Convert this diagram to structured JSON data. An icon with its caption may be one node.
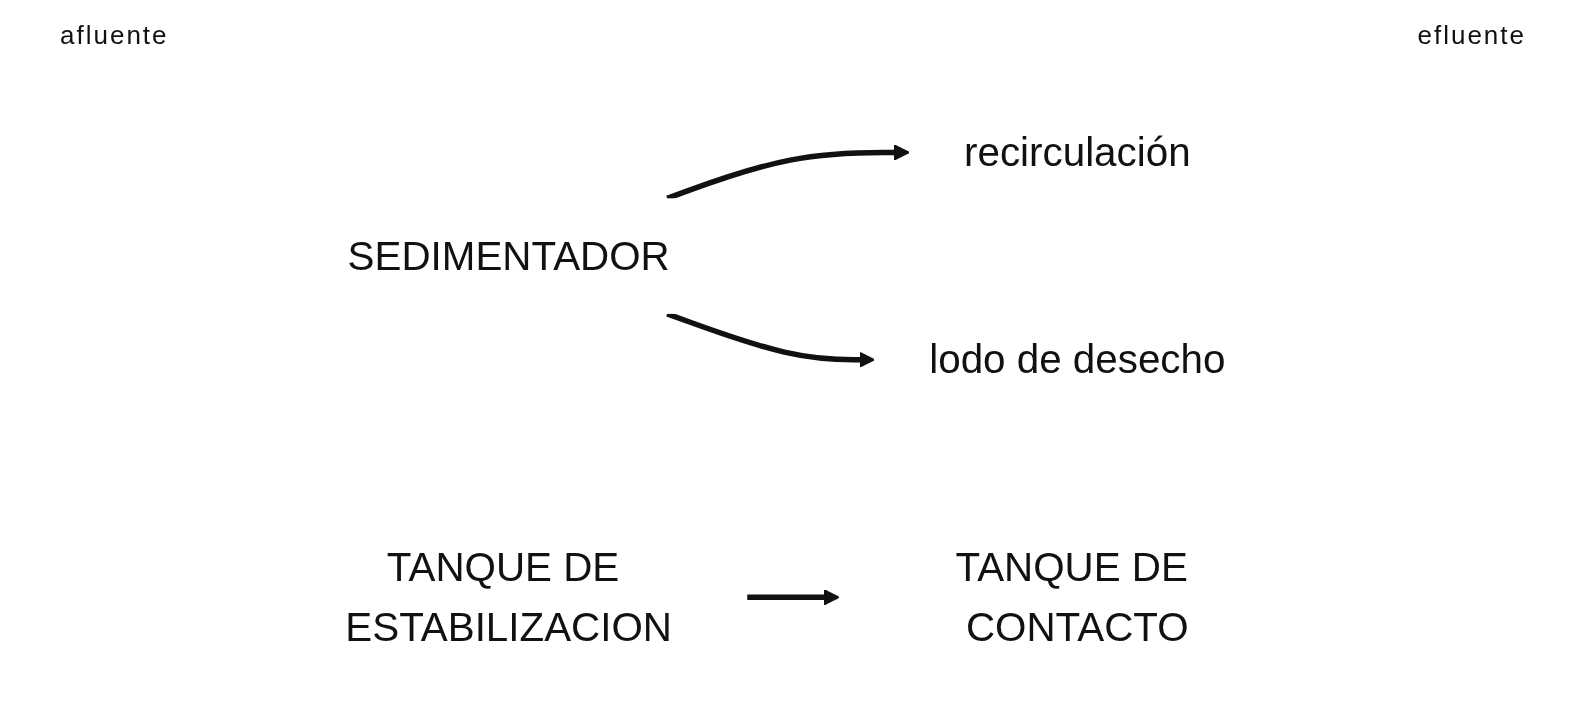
{
  "diagram": {
    "nodes": [
      {
        "text": [
          "TANQUE DE CONTACTO"
        ]
      },
      {
        "text": [
          "SEDIMENTADOR"
        ]
      },
      {
        "text": [
          "TANQUE DE ESTABILIZACION"
        ]
      },
      {
        "text": [
          "recirculación"
        ]
      },
      {
        "text": [
          "lodo de desecho"
        ]
      }
    ],
    "edges": [
      {
        "from": 2,
        "to": 0,
        "arrow": "to"
      },
      {
        "from": 1,
        "to": 3,
        "arrow": "to"
      },
      {
        "from": 1,
        "to": 4,
        "arrow": "to"
      }
    ],
    "labels": [
      "afluente",
      "efluente"
    ]
  }
}
